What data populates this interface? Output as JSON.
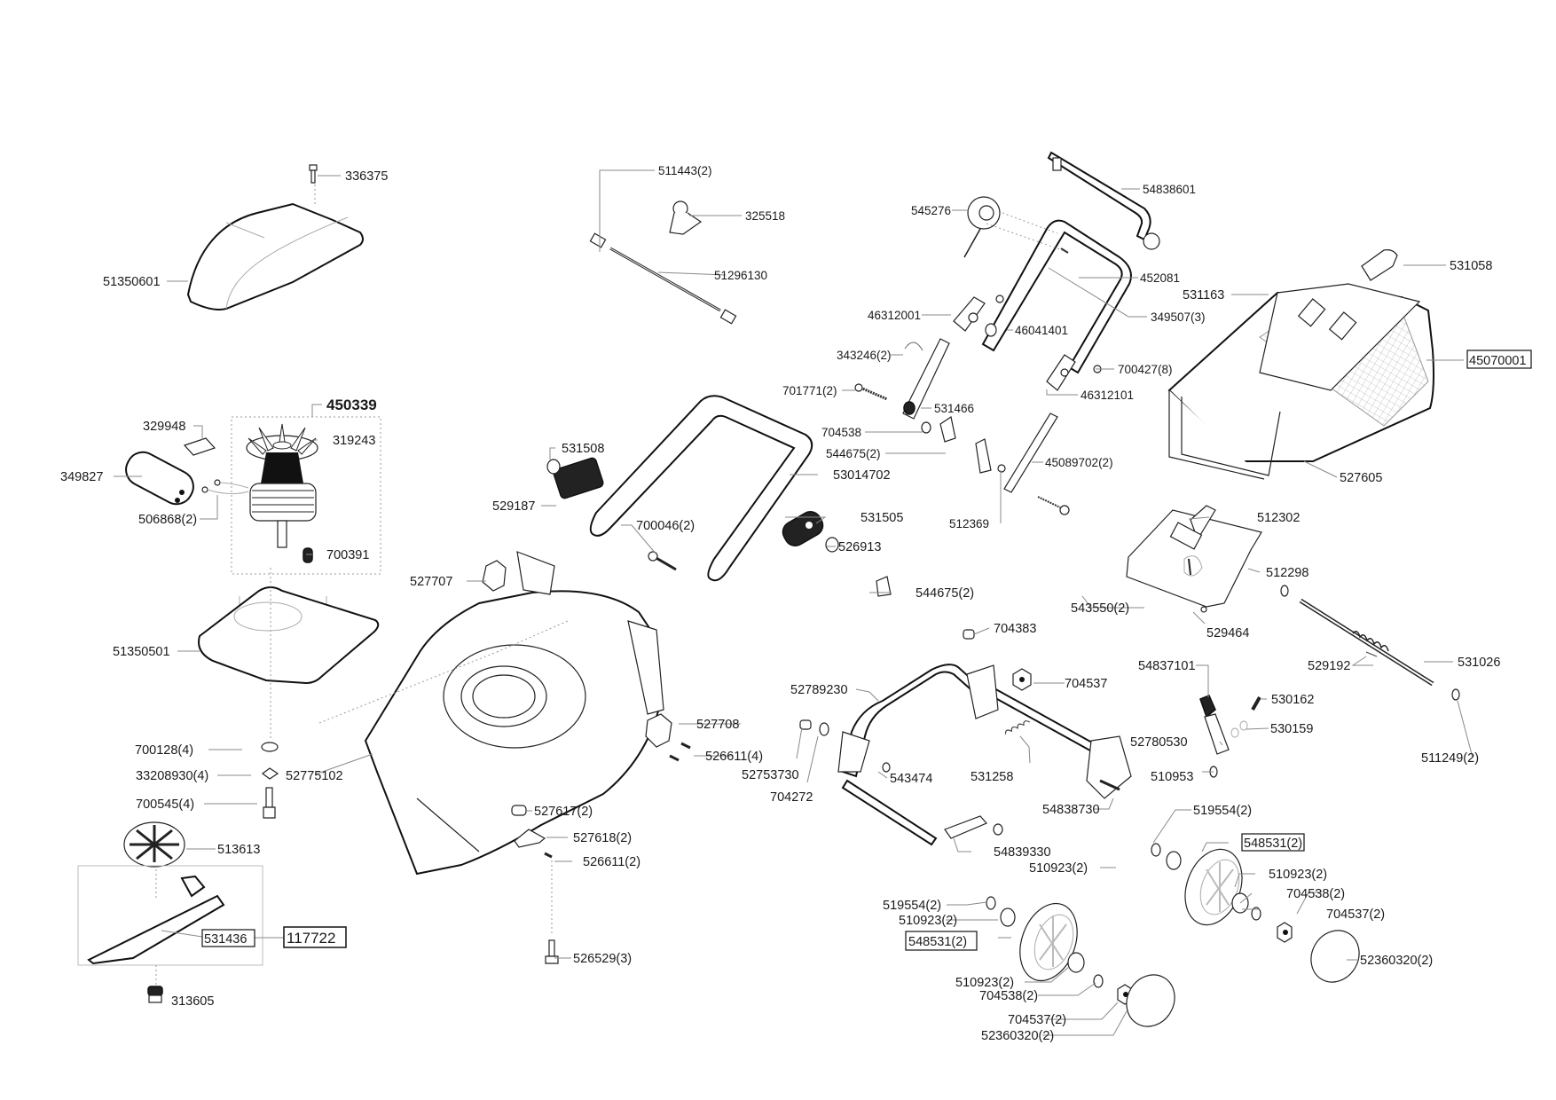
{
  "diagram": {
    "title": "Lawn mower exploded parts diagram",
    "assembly_number": "450339",
    "boxed_part_numbers": [
      "45070001",
      "548531(2)",
      "531436",
      "117722"
    ],
    "labels": [
      {
        "id": "p336375",
        "text": "336375"
      },
      {
        "id": "p51350601",
        "text": "51350601"
      },
      {
        "id": "p511443",
        "text": "511443(2)"
      },
      {
        "id": "p325518",
        "text": "325518"
      },
      {
        "id": "p51296130",
        "text": "51296130"
      },
      {
        "id": "p54838601",
        "text": "54838601"
      },
      {
        "id": "p545276",
        "text": "545276"
      },
      {
        "id": "p452081",
        "text": "452081"
      },
      {
        "id": "p531058",
        "text": "531058"
      },
      {
        "id": "p531163",
        "text": "531163"
      },
      {
        "id": "p46312001",
        "text": "46312001"
      },
      {
        "id": "p46041401",
        "text": "46041401"
      },
      {
        "id": "p349507",
        "text": "349507(3)"
      },
      {
        "id": "p45070001",
        "text": "45070001"
      },
      {
        "id": "p343246",
        "text": "343246(2)"
      },
      {
        "id": "p700427",
        "text": "700427(8)"
      },
      {
        "id": "p701771",
        "text": "701771(2)"
      },
      {
        "id": "p46312101",
        "text": "46312101"
      },
      {
        "id": "p329948",
        "text": "329948"
      },
      {
        "id": "p450339",
        "text": "450339"
      },
      {
        "id": "p319243",
        "text": "319243"
      },
      {
        "id": "p531466",
        "text": "531466"
      },
      {
        "id": "p704538a",
        "text": "704538"
      },
      {
        "id": "p544675a",
        "text": "544675(2)"
      },
      {
        "id": "p45089702",
        "text": "45089702(2)"
      },
      {
        "id": "p531508",
        "text": "531508"
      },
      {
        "id": "p349827",
        "text": "349827"
      },
      {
        "id": "p53014702",
        "text": "53014702"
      },
      {
        "id": "p527605",
        "text": "527605"
      },
      {
        "id": "p529187",
        "text": "529187"
      },
      {
        "id": "p506868",
        "text": "506868(2)"
      },
      {
        "id": "p531505",
        "text": "531505"
      },
      {
        "id": "p512369",
        "text": "512369"
      },
      {
        "id": "p700046",
        "text": "700046(2)"
      },
      {
        "id": "p512302",
        "text": "512302"
      },
      {
        "id": "p526913",
        "text": "526913"
      },
      {
        "id": "p700391",
        "text": "700391"
      },
      {
        "id": "p527707",
        "text": "527707"
      },
      {
        "id": "p512298",
        "text": "512298"
      },
      {
        "id": "p544675b",
        "text": "544675(2)"
      },
      {
        "id": "p543550",
        "text": "543550(2)"
      },
      {
        "id": "p529464",
        "text": "529464"
      },
      {
        "id": "p704383",
        "text": "704383"
      },
      {
        "id": "p51350501",
        "text": "51350501"
      },
      {
        "id": "p531026",
        "text": "531026"
      },
      {
        "id": "p529192",
        "text": "529192"
      },
      {
        "id": "p54837101",
        "text": "54837101"
      },
      {
        "id": "p704537a",
        "text": "704537"
      },
      {
        "id": "p52789230",
        "text": "52789230"
      },
      {
        "id": "p530162",
        "text": "530162"
      },
      {
        "id": "p527708",
        "text": "527708"
      },
      {
        "id": "p530159",
        "text": "530159"
      },
      {
        "id": "p52780530",
        "text": "52780530"
      },
      {
        "id": "p700128",
        "text": "700128(4)"
      },
      {
        "id": "p526611a",
        "text": "526611(4)"
      },
      {
        "id": "p511249",
        "text": "511249(2)"
      },
      {
        "id": "p52753730",
        "text": "52753730"
      },
      {
        "id": "p531258",
        "text": "531258"
      },
      {
        "id": "p510953",
        "text": "510953"
      },
      {
        "id": "p33208930",
        "text": "33208930(4)"
      },
      {
        "id": "p52775102",
        "text": "52775102"
      },
      {
        "id": "p543474",
        "text": "543474"
      },
      {
        "id": "p704272",
        "text": "704272"
      },
      {
        "id": "p700545",
        "text": "700545(4)"
      },
      {
        "id": "p54838730",
        "text": "54838730"
      },
      {
        "id": "p519554a",
        "text": "519554(2)"
      },
      {
        "id": "p527617",
        "text": "527617(2)"
      },
      {
        "id": "p548531a",
        "text": "548531(2)"
      },
      {
        "id": "p527618",
        "text": "527618(2)"
      },
      {
        "id": "p513613",
        "text": "513613"
      },
      {
        "id": "p526611b",
        "text": "526611(2)"
      },
      {
        "id": "p54839330",
        "text": "54839330"
      },
      {
        "id": "p510923a",
        "text": "510923(2)"
      },
      {
        "id": "p510923b",
        "text": "510923(2)"
      },
      {
        "id": "p704538b",
        "text": "704538(2)"
      },
      {
        "id": "p519554b",
        "text": "519554(2)"
      },
      {
        "id": "p704537b",
        "text": "704537(2)"
      },
      {
        "id": "p510923c",
        "text": "510923(2)"
      },
      {
        "id": "p531436",
        "text": "531436"
      },
      {
        "id": "p117722",
        "text": "117722"
      },
      {
        "id": "p548531b",
        "text": "548531(2)"
      },
      {
        "id": "p52360320a",
        "text": "52360320(2)"
      },
      {
        "id": "p526529",
        "text": "526529(3)"
      },
      {
        "id": "p510923d",
        "text": "510923(2)"
      },
      {
        "id": "p704538c",
        "text": "704538(2)"
      },
      {
        "id": "p313605",
        "text": "313605"
      },
      {
        "id": "p704537c",
        "text": "704537(2)"
      },
      {
        "id": "p52360320b",
        "text": "52360320(2)"
      }
    ]
  }
}
